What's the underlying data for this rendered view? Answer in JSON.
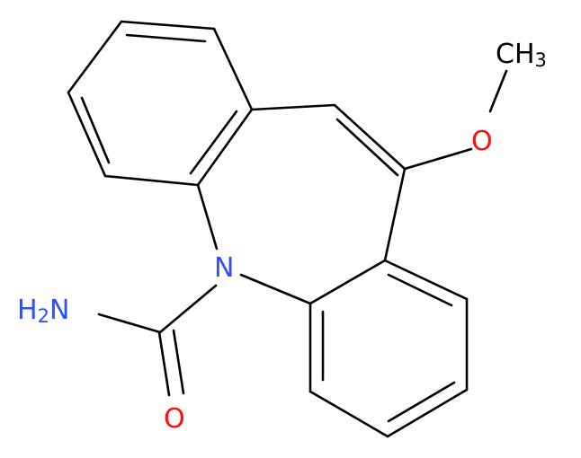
{
  "molecule": {
    "atoms": {
      "methyl": {
        "text": "CH",
        "subscript": "3",
        "element": "C"
      },
      "methoxy_oxygen": {
        "text": "O",
        "element": "O"
      },
      "ring_nitrogen": {
        "text": "N",
        "element": "N"
      },
      "amine": {
        "text": "H",
        "subscript": "2",
        "text_tail": "N",
        "element": "N"
      },
      "carbonyl_oxygen": {
        "text": "O",
        "element": "O"
      }
    },
    "colors": {
      "bond": "#000000",
      "carbon": "#000000",
      "oxygen": "#ff0d0d",
      "nitrogen": "#3050f8"
    }
  }
}
